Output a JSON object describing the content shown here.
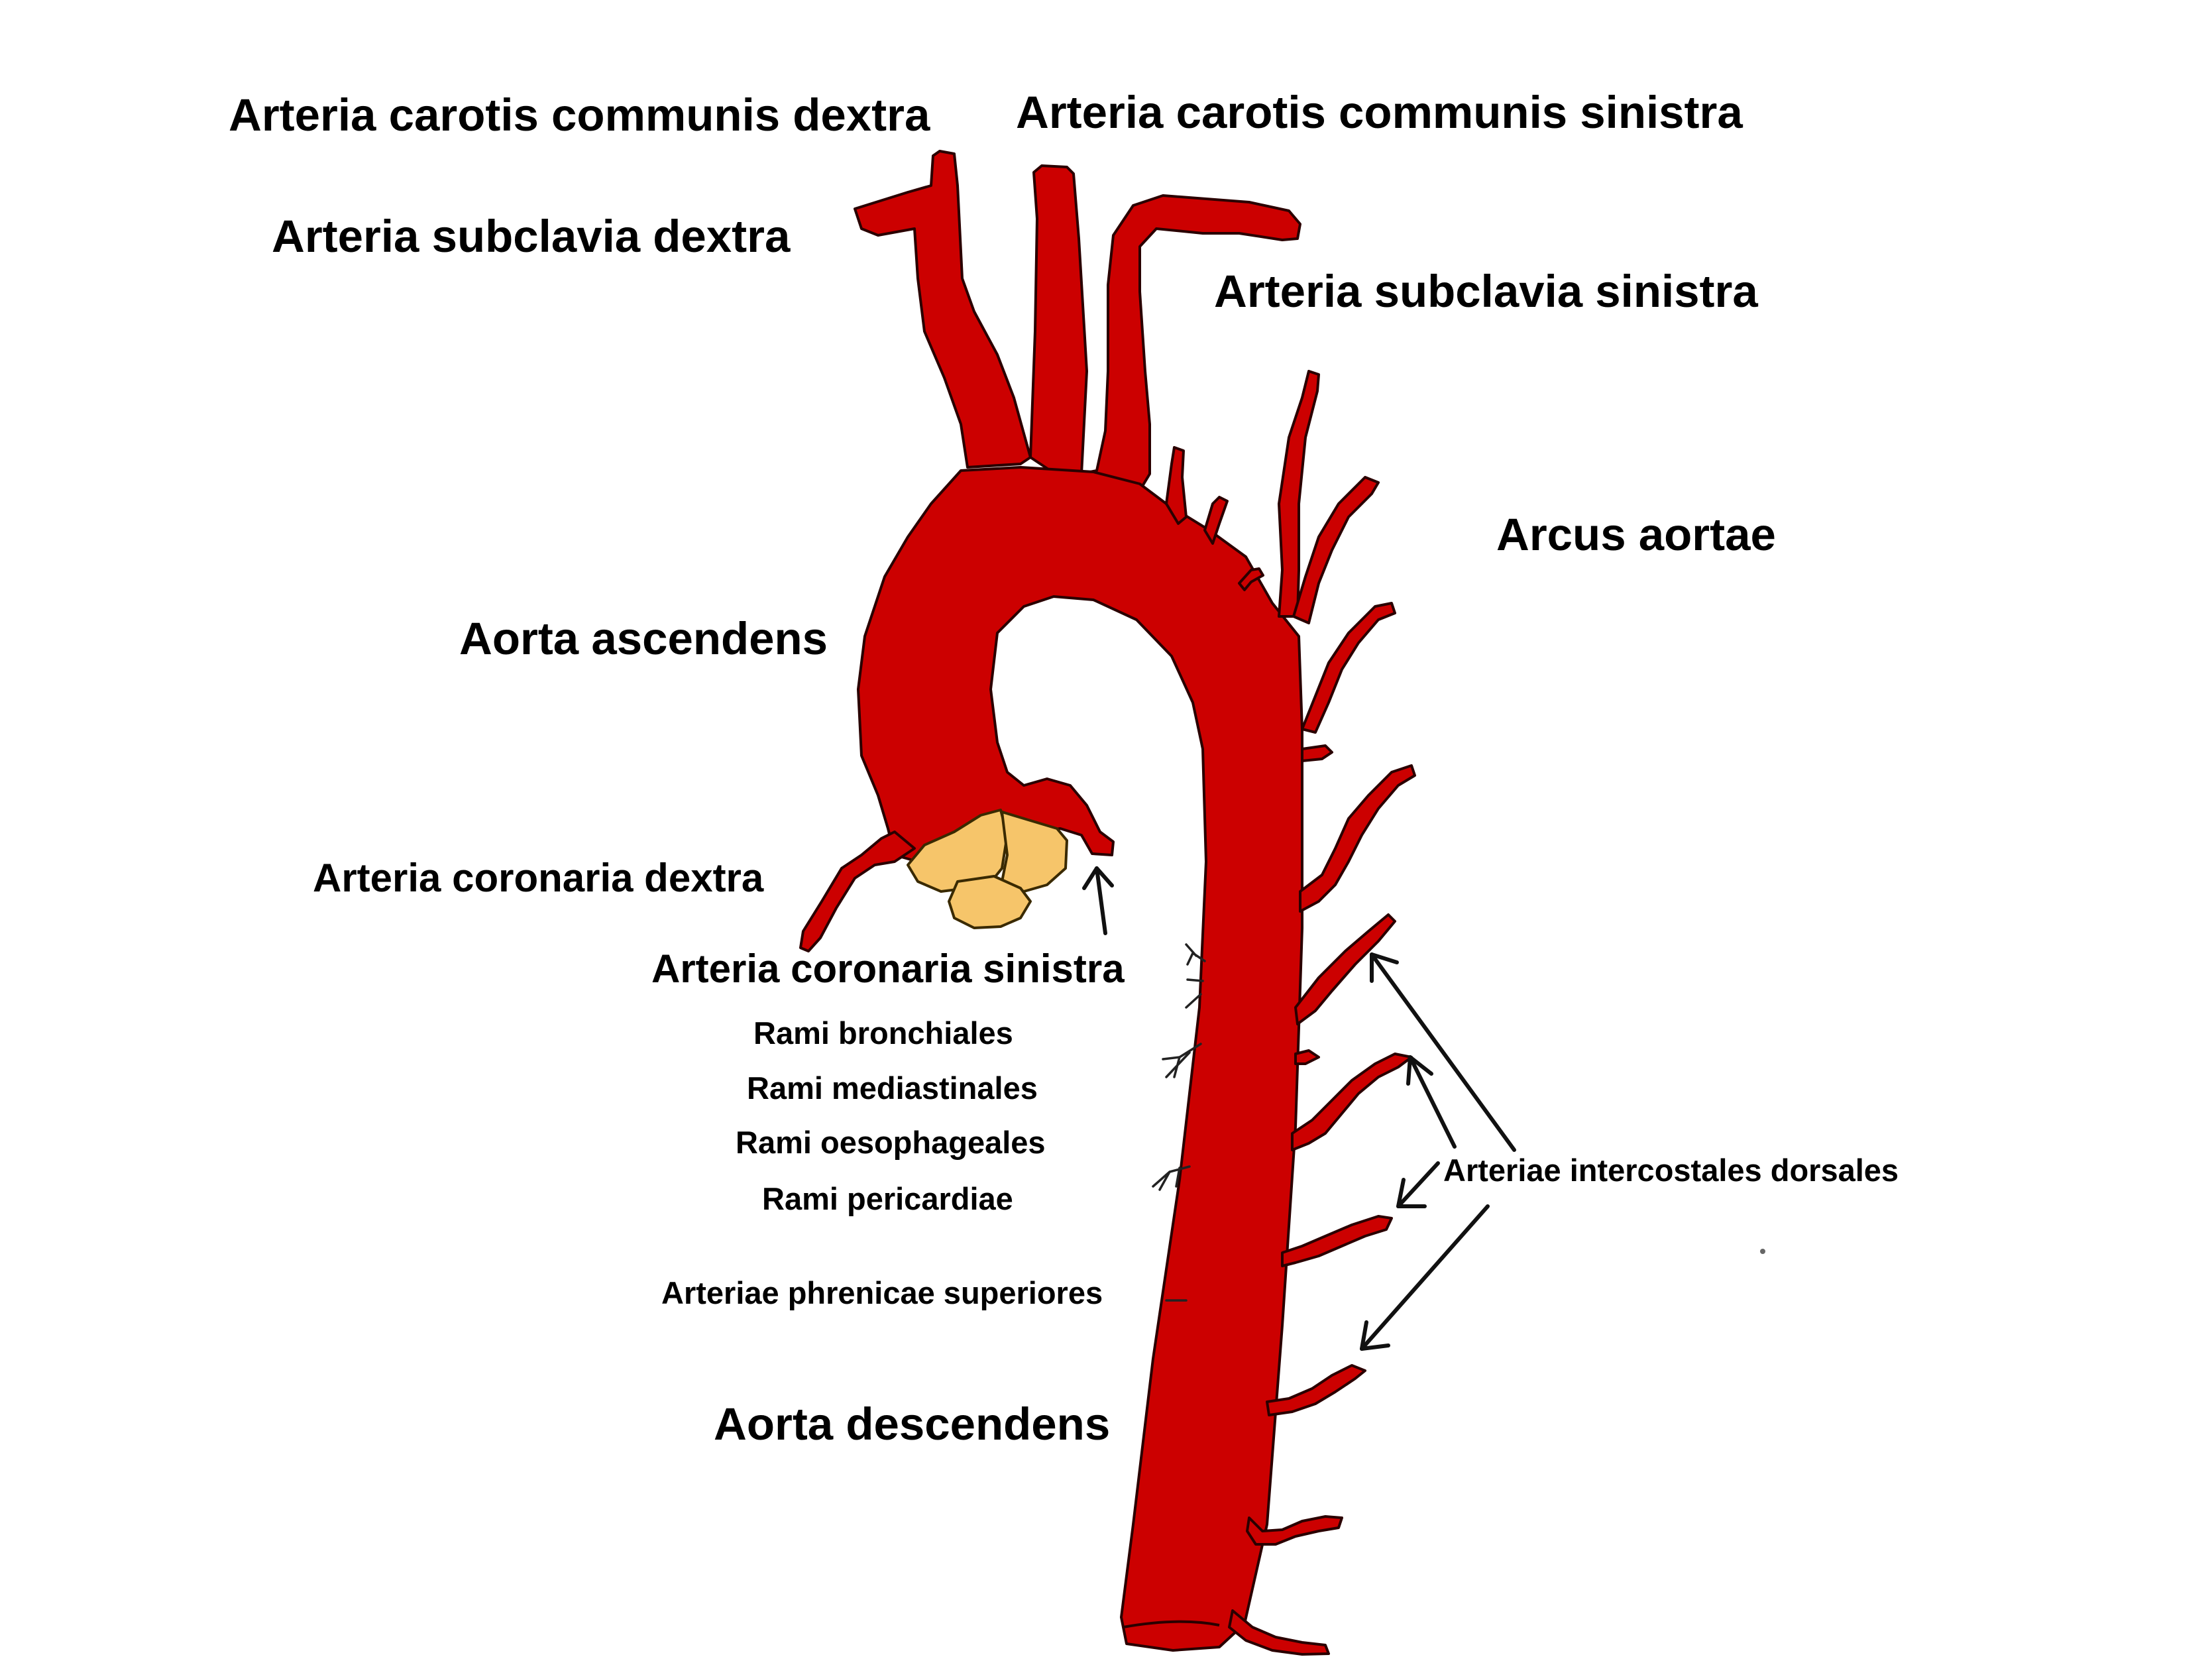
{
  "colors": {
    "vessel": "#cc0000",
    "valve": "#f6c56a",
    "text": "#000000",
    "background": "#ffffff"
  },
  "labels": {
    "carotis_dextra": "Arteria carotis communis dextra",
    "carotis_sinistra": "Arteria carotis communis sinistra",
    "subclavia_dextra": "Arteria subclavia dextra",
    "subclavia_sinistra": "Arteria subclavia sinistra",
    "arcus_aortae": "Arcus aortae",
    "aorta_ascendens": "Aorta ascendens",
    "coronaria_dextra": "Arteria coronaria dextra",
    "coronaria_sinistra": "Arteria coronaria sinistra",
    "rami_bronchiales": "Rami bronchiales",
    "rami_mediastinales": "Rami mediastinales",
    "rami_oesophageales": "Rami oesophageales",
    "rami_pericardiae": "Rami pericardiae",
    "phrenicae_superiores": "Arteriae phrenicae superiores",
    "intercostales_dorsales": "Arteriae intercostales dorsales",
    "aorta_descendens": "Aorta descendens"
  }
}
